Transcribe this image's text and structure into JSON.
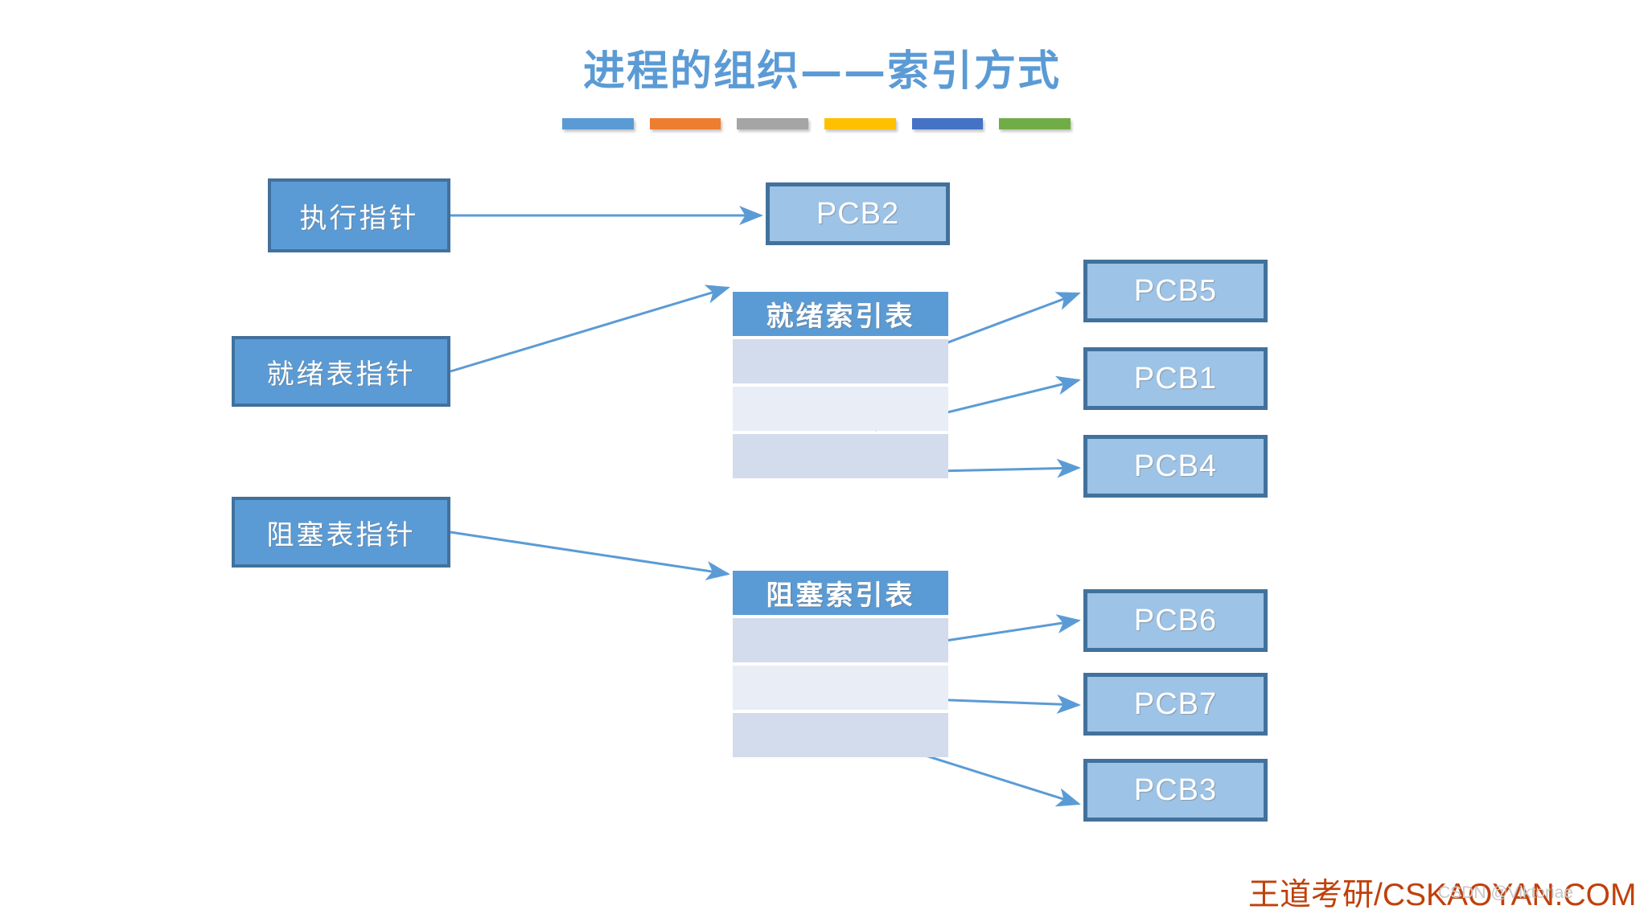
{
  "slide": {
    "title": "进程的组织——索引方式",
    "background": "#ffffff",
    "accent": "#5b9bd5"
  },
  "title_bars": [
    {
      "name": "bar-blue-light",
      "color": "#5b9bd5"
    },
    {
      "name": "bar-orange",
      "color": "#ed7d31"
    },
    {
      "name": "bar-gray",
      "color": "#a5a5a5"
    },
    {
      "name": "bar-yellow",
      "color": "#ffc000"
    },
    {
      "name": "bar-blue-dark",
      "color": "#4472c4"
    },
    {
      "name": "bar-green",
      "color": "#70ad47"
    }
  ],
  "pointers": [
    {
      "id": "exec-pointer",
      "label": "执行指针"
    },
    {
      "id": "ready-list-pointer",
      "label": "就绪表指针"
    },
    {
      "id": "blocked-list-pointer",
      "label": "阻塞表指针"
    }
  ],
  "tables": [
    {
      "id": "ready-index-table",
      "header": "就绪索引表",
      "rows": [
        "",
        "",
        ""
      ],
      "header_color": "#5b9bd5",
      "row_colors": [
        "#d3dcec",
        "#e8edf6",
        "#d3dcec"
      ]
    },
    {
      "id": "blocked-index-table",
      "header": "阻塞索引表",
      "rows": [
        "",
        "",
        ""
      ],
      "header_color": "#5b9bd5",
      "row_colors": [
        "#d3dcec",
        "#e8edf6",
        "#d3dcec"
      ]
    }
  ],
  "pcb_blocks": [
    {
      "id": "pcb2",
      "label": "PCB2"
    },
    {
      "id": "pcb5",
      "label": "PCB5"
    },
    {
      "id": "pcb1",
      "label": "PCB1"
    },
    {
      "id": "pcb4",
      "label": "PCB4"
    },
    {
      "id": "pcb6",
      "label": "PCB6"
    },
    {
      "id": "pcb7",
      "label": "PCB7"
    },
    {
      "id": "pcb3",
      "label": "PCB3"
    }
  ],
  "colors": {
    "pointer_box_fill": "#5b9bd5",
    "pointer_box_border": "#41719c",
    "pcb_fill": "#9dc3e6",
    "pcb_border": "#41719c",
    "arrow": "#5b9bd5",
    "brand_text": "#c0400b"
  },
  "footer": {
    "brand": "王道考研/CSKAOYAN.COM",
    "watermark": "CSDN @Viktoriae"
  }
}
